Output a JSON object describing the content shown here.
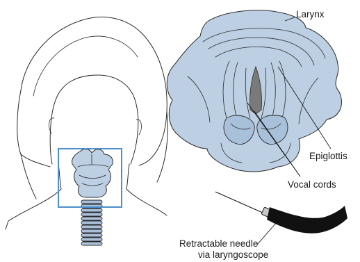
{
  "figure": {
    "labels": {
      "larynx": "Larynx",
      "epiglottis": "Epiglottis",
      "vocal_cords": "Vocal cords",
      "needle_line1": "Retractable needle",
      "needle_line2": "via laryngoscope"
    },
    "colors": {
      "tissue": "#bccfe3",
      "highlight_box": "#4d8fcb",
      "glottis": "#7a7a7a",
      "scope": "#111111"
    }
  }
}
